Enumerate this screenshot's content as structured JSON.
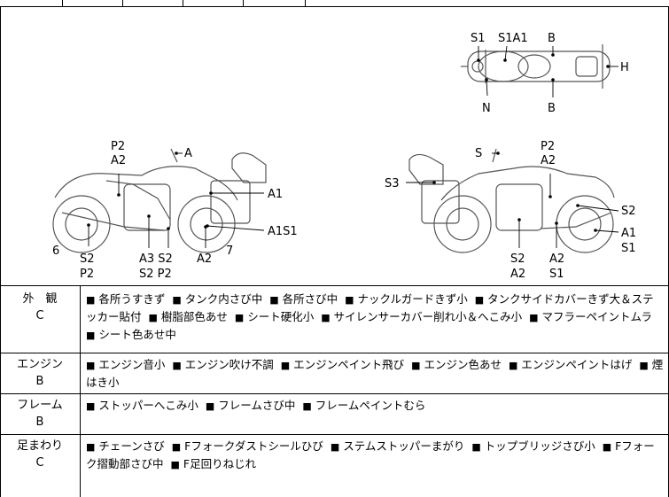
{
  "labels": {
    "top_s1": "S1",
    "top_s1a1": "S1A1",
    "top_b_top": "B",
    "top_b_bottom": "B",
    "top_h": "H",
    "top_n": "N",
    "left_p2a2": [
      "P2",
      "A2"
    ],
    "left_a": "A",
    "left_a1": "A1",
    "left_a1s1": "A1S1",
    "left_7": "7",
    "left_6": "6",
    "left_s2p2": [
      "S2",
      "P2"
    ],
    "left_a3s2p2": [
      "A3 S2",
      "S2 P2"
    ],
    "left_a2": "A2",
    "right_s": "S",
    "right_p2a2": [
      "P2",
      "A2"
    ],
    "right_s3": "S3",
    "right_s2": "S2",
    "right_a1s1": [
      "A1",
      "S1"
    ],
    "right_s2a2": [
      "S2",
      "A2"
    ],
    "right_a2s1": [
      "A2",
      "S1"
    ]
  },
  "sections": [
    {
      "category": "外　観",
      "grade": "C",
      "items": [
        "各所うすきず",
        "タンク内さび中",
        "各所さび中",
        "ナックルガードきず小",
        "タンクサイドカバーきず大＆ステッカー貼付",
        "樹脂部色あせ",
        "シート硬化小",
        "サイレンサーカバー削れ小＆へこみ小",
        "マフラーペイントムラ",
        "シート色あせ中"
      ]
    },
    {
      "category": "エンジン",
      "grade": "B",
      "items": [
        "エンジン音小",
        "エンジン吹け不調",
        "エンジンペイント飛び",
        "エンジン色あせ",
        "エンジンペイントはげ",
        "煙はき小"
      ]
    },
    {
      "category": "フレーム",
      "grade": "B",
      "items": [
        "ストッパーへこみ小",
        "フレームさび中",
        "フレームペイントむら"
      ]
    },
    {
      "category": "足まわり",
      "grade": "C",
      "items": [
        "チェーンさび",
        "Fフォークダストシールひび",
        "ステムストッパーまがり",
        "トップブリッジさび小",
        "Fフォーク摺動部さび中",
        "F足回りねじれ"
      ]
    }
  ]
}
